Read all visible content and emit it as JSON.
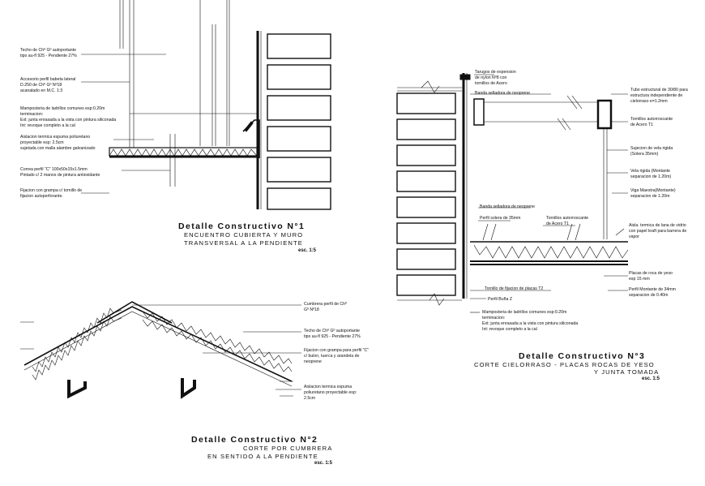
{
  "detail1": {
    "title": "Detalle Constructivo N°1",
    "subtitle_lines": [
      "ENCUENTRO CUBIERTA Y MURO",
      "TRANSVERSAL A LA PENDIENTE"
    ],
    "scale": "esc. 1:5",
    "labels": [
      [
        "Techo de Chº Gº autoportante",
        "tipo au-fl 925 - Pendiente 27%"
      ],
      [
        "Accesorio perfil babeta lateral",
        "D.250 de Chº Gº Nº18",
        "acanalado en M.C. 1:3"
      ],
      [
        "Mamposteria de ladrillos comunes esp:0.20m",
        "terminacion:",
        "Ext: junta enrasada a la vista con pintura siliconada",
        "Int: revoque completo a la cal"
      ],
      [
        "Aislacion termica espuma poliuretano",
        "proyectable esp: 2.5cm",
        "sujetada con malla alambre galvanizado"
      ],
      [
        "Correa perfil \"C\" 100x50x15x1.5mm",
        "Pintado c/ 2 manos de pintura antioxidante"
      ],
      [
        "Fijacion con grampa c/ tornillo de",
        "fijacion autoperforante."
      ]
    ]
  },
  "detail2": {
    "title": "Detalle Constructivo N°2",
    "subtitle_lines": [
      "CORTE POR CUMBRERA",
      "EN SENTIDO A LA PENDIENTE"
    ],
    "scale": "esc. 1:5",
    "labels": [
      [
        "Cumbrera perfil de Chº",
        "Gº Nº18"
      ],
      [
        "Techo de Chº Gº autoportante",
        "tipo au-fl 925 - Pendiente 27%"
      ],
      [
        "Fijacion con grampa para perfil \"C\"",
        "c/ bulon, tuerca y arandela de",
        "neoprene"
      ],
      [
        "Aislacion termica espuma",
        "poliuretano proyectable esp:",
        "2.5cm"
      ]
    ]
  },
  "detail3": {
    "title": "Detalle Constructivo N°3",
    "subtitle_lines": [
      "CORTE CIELORRASO - PLACAS ROCAS DE YESO",
      "Y JUNTA TOMADA"
    ],
    "scale": "esc. 1:5",
    "labels": [
      [
        "Tarugos de expension",
        "de nylon Nº8 con",
        "tornillos de Acero"
      ],
      [
        "Banda selladora de neoprene"
      ],
      [
        "Tubo estructural de 30/80 para",
        "estructura independiente de",
        "cielorraso e=1.2mm"
      ],
      [
        "Tornillos autorroscante",
        "de Acero T1"
      ],
      [
        "Sujecion de vela rigida",
        "(Solera 35mm)"
      ],
      [
        "Vela rigida (Montante",
        "separacion de 1.20m)"
      ],
      [
        "Viga Maestra(Montante)",
        "separacion de 1.20m"
      ],
      [
        "Banda selladora de neoprene"
      ],
      [
        "Perfil solera de 35mm"
      ],
      [
        "Tornillos autorroscante",
        "de Acero T1"
      ],
      [
        "Aisla. termica de lana de vidrio",
        "con papel kraft para barrera de",
        "vapor"
      ],
      [
        "Placas de roca de yeso",
        "esp 15 mm"
      ],
      [
        "Tornillo de fijacion de placas T2"
      ],
      [
        "Perfil Montante de 34mm",
        "separacion de 0.40m"
      ],
      [
        "Perfil Buña Z"
      ],
      [
        "Mamposteria de ladrillos comunes esp:0.20m",
        "terminacion:",
        "Ext: junta enrasada a la vista con pintura siliconada",
        "Int: revoque completo a la cal"
      ]
    ]
  }
}
